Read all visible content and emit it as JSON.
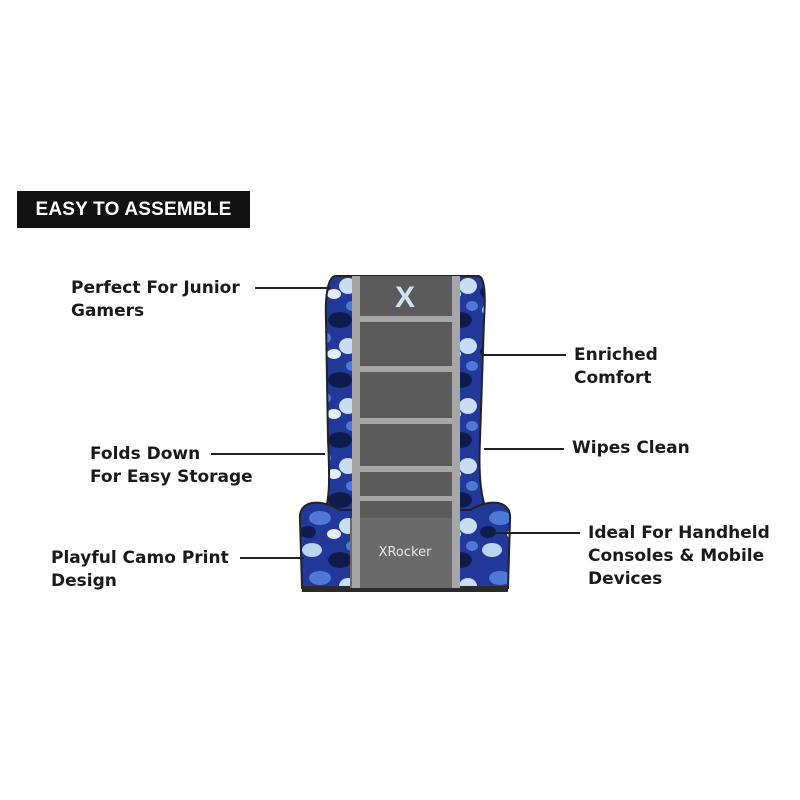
{
  "badge": {
    "text": "EASY TO ASSEMBLE"
  },
  "callouts": {
    "perfect_junior": [
      "Perfect For Junior",
      "Gamers"
    ],
    "folds_down": [
      "Folds Down",
      "For Easy Storage"
    ],
    "playful_camo": [
      "Playful Camo Print",
      "Design"
    ],
    "enriched_comfort": [
      "Enriched",
      "Comfort"
    ],
    "wipes_clean": [
      "Wipes Clean"
    ],
    "ideal_handheld": [
      "Ideal For Handheld",
      "Consoles & Mobile",
      "Devices"
    ]
  },
  "chair": {
    "logo_top": "X",
    "brand": "XRocker",
    "colors": {
      "camo_navy": "#1b2e7a",
      "camo_blue": "#3b64c8",
      "camo_light": "#b9d4ef",
      "mesh_grey": "#5b5b5b",
      "stripe_grey": "#a6a6a6"
    }
  }
}
